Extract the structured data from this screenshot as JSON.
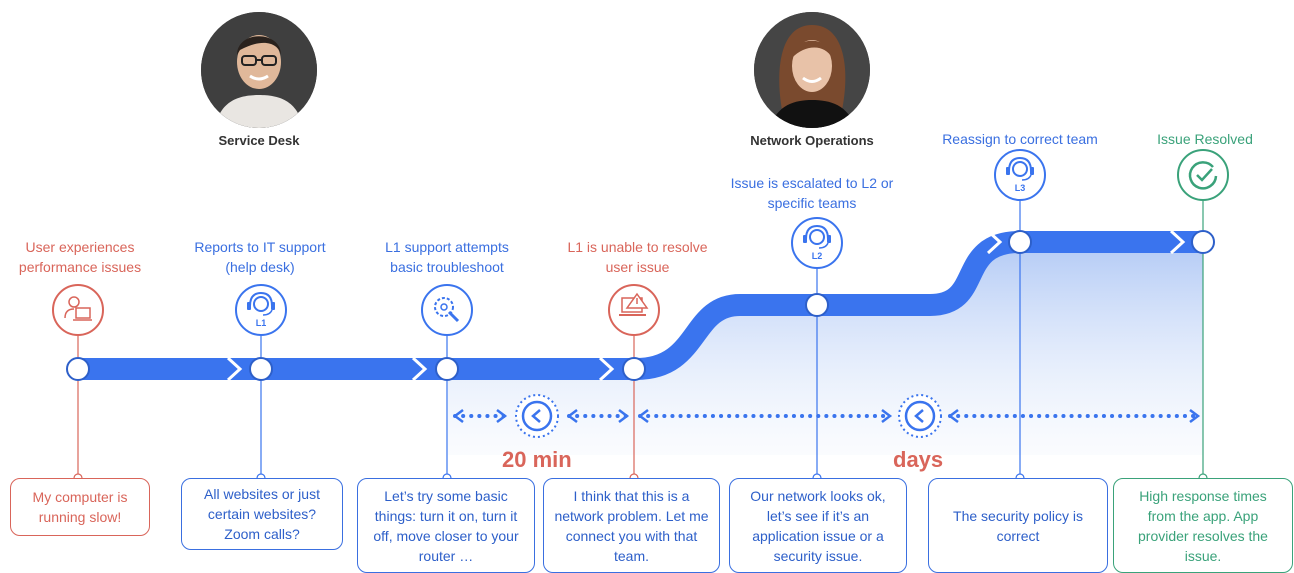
{
  "roles": {
    "service_desk": "Service Desk",
    "network_operations": "Network Operations"
  },
  "steps": [
    {
      "label": "User experiences performance issues",
      "card": "My computer is running slow!",
      "icon": "user-laptop-warning-icon",
      "color": "red"
    },
    {
      "label": "Reports to IT support (help desk)",
      "card": "All websites or just certain websites? Zoom calls?",
      "icon": "headset-agent-l1-icon",
      "badge": "L1",
      "color": "blue"
    },
    {
      "label": "L1 support attempts basic troubleshoot",
      "card": "Let’s try some basic things: turn it on, turn it off, move closer to your router …",
      "icon": "wrench-gear-icon",
      "color": "blue"
    },
    {
      "label": "L1 is unable to resolve user issue",
      "card": "I think that this is a network problem. Let me connect you with that team.",
      "icon": "laptop-warning-icon",
      "color": "red"
    },
    {
      "label": "Issue is escalated to L2 or specific teams",
      "card": "Our network looks ok, let’s see if it’s an application issue or a security issue.",
      "icon": "headset-agent-l2-icon",
      "badge": "L2",
      "color": "blue"
    },
    {
      "label": "Reassign to correct team",
      "card": "The security policy is correct",
      "icon": "headset-agent-l3-icon",
      "badge": "L3",
      "color": "blue"
    },
    {
      "label": "Issue Resolved",
      "card": "High response times from the app. App provider resolves the issue.",
      "icon": "check-circle-icon",
      "color": "green"
    }
  ],
  "durations": {
    "first": "20 min",
    "second": "days"
  },
  "colors": {
    "blue": "#3a74ee",
    "red": "#d9655a",
    "green": "#3aa27a"
  }
}
